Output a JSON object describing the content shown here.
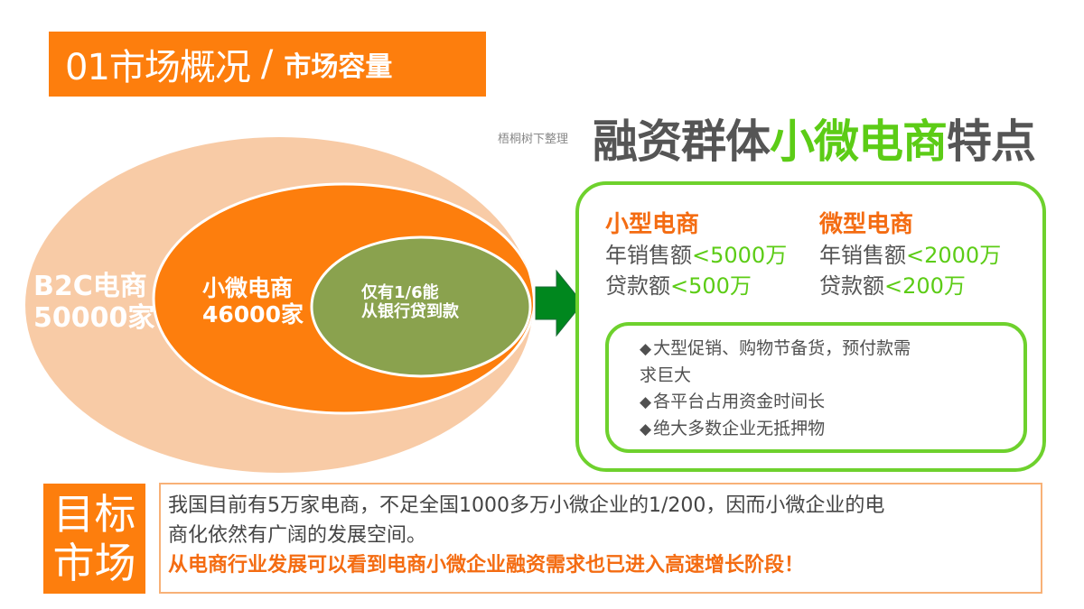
{
  "header": {
    "section": "01市场概况",
    "separator": "/",
    "subsection": "市场容量"
  },
  "title": {
    "credit": "梧桐树下整理",
    "prefix": "融资群体",
    "highlight": "小微电商",
    "suffix": "特点"
  },
  "diagram": {
    "outer": {
      "line1": "B2C电商",
      "line2": "50000家",
      "color": "#f8cba6"
    },
    "middle": {
      "line1": "小微电商",
      "line2": "46000家",
      "color": "#fd7e0d"
    },
    "inner": {
      "line1": "仅有1/6能",
      "line2": "从银行贷到款",
      "color": "#8aa24e"
    },
    "arrow": {
      "icon": "arrow-right-icon",
      "color": "#00871e"
    }
  },
  "panel": {
    "small": {
      "heading": "小型电商",
      "sales_label": "年销售额",
      "sales_value": "<5000万",
      "loan_label": "贷款额",
      "loan_value": "<500万"
    },
    "micro": {
      "heading": "微型电商",
      "sales_label": "年销售额",
      "sales_value": "<2000万",
      "loan_label": "贷款额",
      "loan_value": "<200万"
    },
    "bullets": [
      "大型促销、购物节备货，预付款需",
      "求巨大",
      "各平台占用资金时间长",
      "绝大多数企业无抵押物"
    ],
    "bullet_icon": "◆",
    "border_color": "#6ed12d"
  },
  "target": {
    "line1": "目标",
    "line2": "市场"
  },
  "note": {
    "line1": "我国目前有5万家电商，不足全国1000多万小微企业的1/200，因而小微企业的电",
    "line2": "商化依然有广阔的发展空间。",
    "emphasis": "从电商行业发展可以看到电商小微企业融资需求也已进入高速增长阶段！"
  },
  "colors": {
    "brand_orange": "#fd7e0d",
    "accent_green": "#5ccc16",
    "text_gray": "#555555"
  }
}
